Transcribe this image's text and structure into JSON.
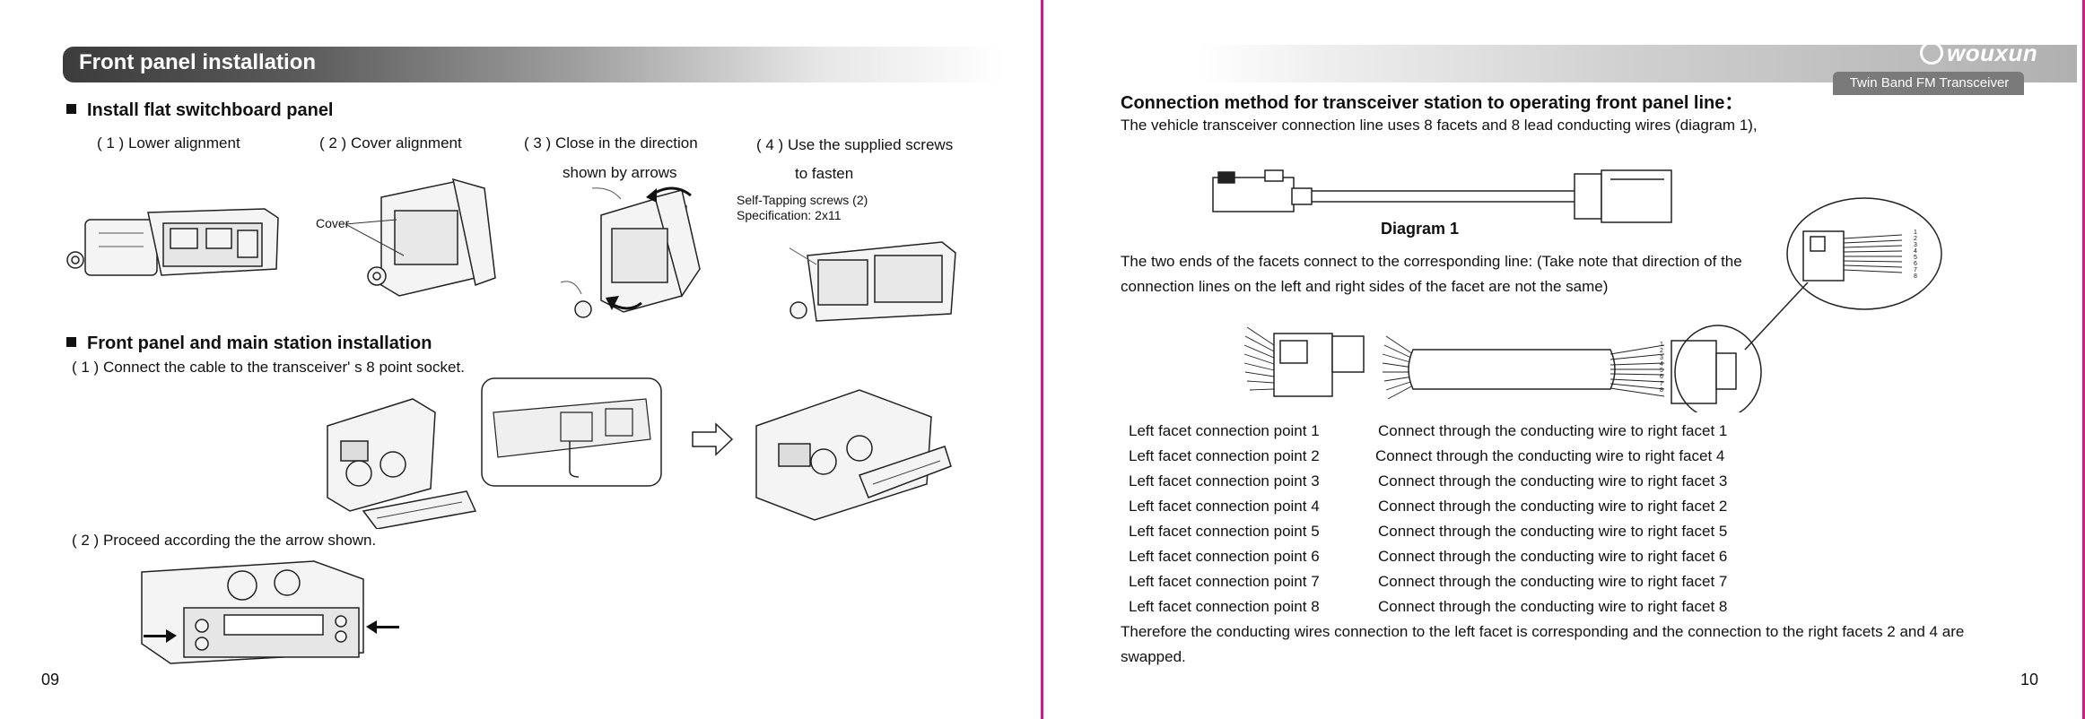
{
  "left_page": {
    "header": "Front panel installation",
    "section1": {
      "title": "Install flat switchboard panel",
      "steps": [
        "( 1 ) Lower alignment",
        "( 2 ) Cover alignment",
        "( 3 ) Close in the direction",
        "( 4 ) Use the supplied screws"
      ],
      "step3_cont": "shown by arrows",
      "step4_cont": "to fasten",
      "cover_label": "Cover",
      "screws_line1": "Self-Tapping screws (2)",
      "screws_line2": "Specification: 2x11"
    },
    "section2": {
      "title": "Front panel and main station installation",
      "step1": "( 1 ) Connect the cable to the transceiver' s 8 point socket.",
      "step2": "( 2 ) Proceed according the the arrow shown."
    },
    "page_number": "09"
  },
  "right_page": {
    "brand": {
      "logo": "wouxun",
      "subtitle": "Twin Band FM Transceiver"
    },
    "title": "Connection method for transceiver station to operating front panel line：",
    "intro": "The vehicle transceiver connection line uses 8 facets and 8 lead conducting wires (diagram 1),",
    "diagram_label": "Diagram 1",
    "desc_line1": "The two ends of the facets connect to the corresponding line: (Take note that direction of the",
    "desc_line2": "connection lines on the left and right sides of the facet are not the same)",
    "pin_numbers": [
      "1",
      "2",
      "3",
      "4",
      "5",
      "6",
      "7",
      "8"
    ],
    "connections": [
      {
        "left": "Left facet connection point 1",
        "right": "Connect through the conducting wire to right facet 1"
      },
      {
        "left": "Left facet connection point 2",
        "right": "Connect through the conducting wire to right facet 4"
      },
      {
        "left": "Left facet connection point 3",
        "right": "Connect through the conducting wire to right facet 3"
      },
      {
        "left": "Left facet connection point 4",
        "right": "Connect through the conducting wire to right facet 2"
      },
      {
        "left": "Left facet connection point 5",
        "right": "Connect through the conducting wire to right facet 5"
      },
      {
        "left": "Left facet connection point 6",
        "right": "Connect through the conducting wire to right facet 6"
      },
      {
        "left": "Left facet connection point 7",
        "right": "Connect through the conducting wire to right facet 7"
      },
      {
        "left": "Left facet connection point 8",
        "right": "Connect through the conducting wire to right facet 8"
      }
    ],
    "conclusion_line1": "Therefore the conducting wires connection to the left facet is corresponding and the connection to the right facets 2 and 4 are",
    "conclusion_line2": "swapped.",
    "page_number": "10"
  },
  "colors": {
    "spine_accent": "#d4198a",
    "header_dark": "#3c3c3c",
    "brand_tab": "#7a7a7a"
  }
}
